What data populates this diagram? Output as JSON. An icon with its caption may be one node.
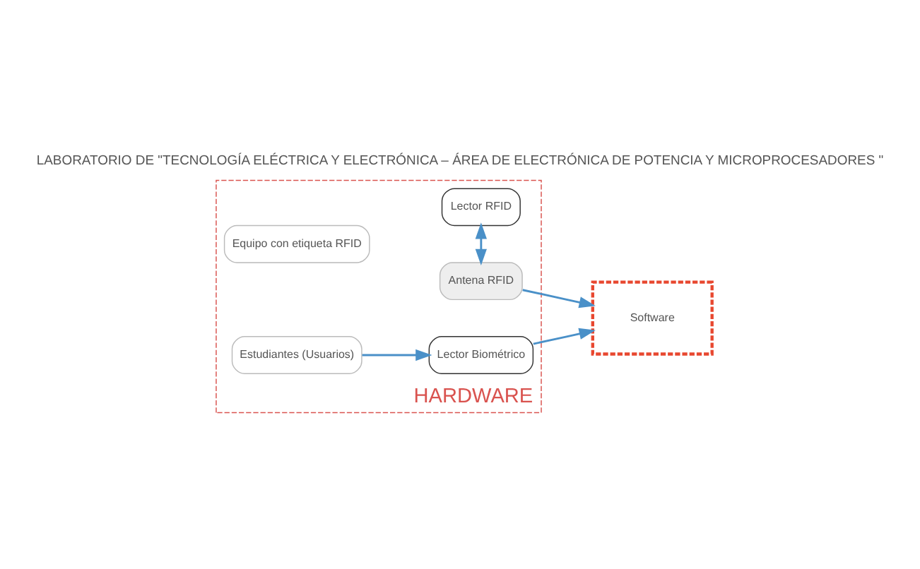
{
  "diagram": {
    "title": "LABORATORIO DE \"TECNOLOGÍA ELÉCTRICA Y ELECTRÓNICA – ÁREA DE ELECTRÓNICA DE POTENCIA Y MICROPROCESADORES \"",
    "nodes": [
      {
        "text": [
          "HARDWARE"
        ]
      },
      {
        "text": [
          "Equipo con etiqueta RFID"
        ],
        "in": 0
      },
      {
        "text": [
          "Antena RFID"
        ],
        "in": 0
      },
      {
        "text": [
          "Lector RFID"
        ],
        "in": 0
      },
      {
        "text": [
          "Estudiantes (Usuarios)"
        ],
        "in": 0
      },
      {
        "text": [
          "Lector Biométrico"
        ],
        "in": 0
      },
      {
        "text": [
          "Software"
        ]
      }
    ],
    "edges": [
      {
        "from": 2,
        "to": 3,
        "arrow": "both"
      },
      {
        "from": 2,
        "to": 6,
        "arrow": "to"
      },
      {
        "from": 4,
        "to": 5,
        "arrow": "to"
      },
      {
        "from": 5,
        "to": 6,
        "arrow": "to"
      }
    ]
  }
}
